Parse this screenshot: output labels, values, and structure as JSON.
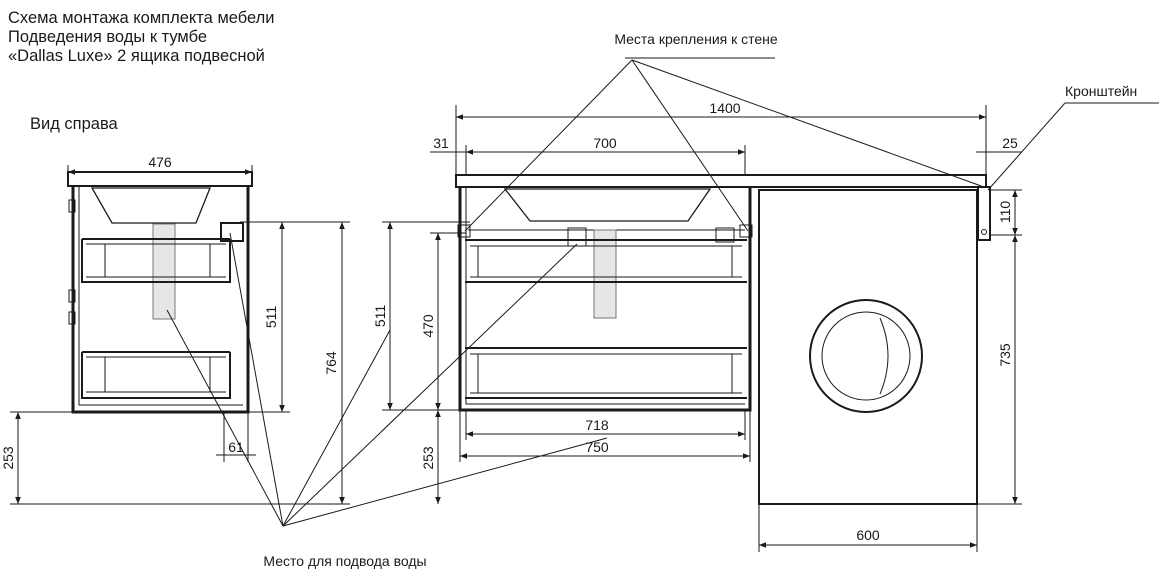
{
  "title": {
    "line1": "Схема монтажа комплекта мебели",
    "line2": "Подведения воды к тумбе",
    "line3": "«Dallas Luxe» 2 ящика подвесной"
  },
  "side_view_label": "Вид справа",
  "callouts": {
    "wall_mounts": "Места крепления к стене",
    "bracket": "Кронштейн",
    "water_supply": "Место для подвода воды"
  },
  "dimensions": {
    "side_width": "476",
    "side_height_511": "511",
    "side_height_764": "764",
    "side_floor_253": "253",
    "side_offset_61": "61",
    "front_total_1400": "1400",
    "front_offset_31": "31",
    "front_sink_700": "700",
    "front_offset_25": "25",
    "front_height_511": "511",
    "front_height_470": "470",
    "front_inner_718": "718",
    "front_width_750": "750",
    "front_floor_253": "253",
    "bracket_110": "110",
    "washer_height_735": "735",
    "washer_width_600": "600"
  }
}
